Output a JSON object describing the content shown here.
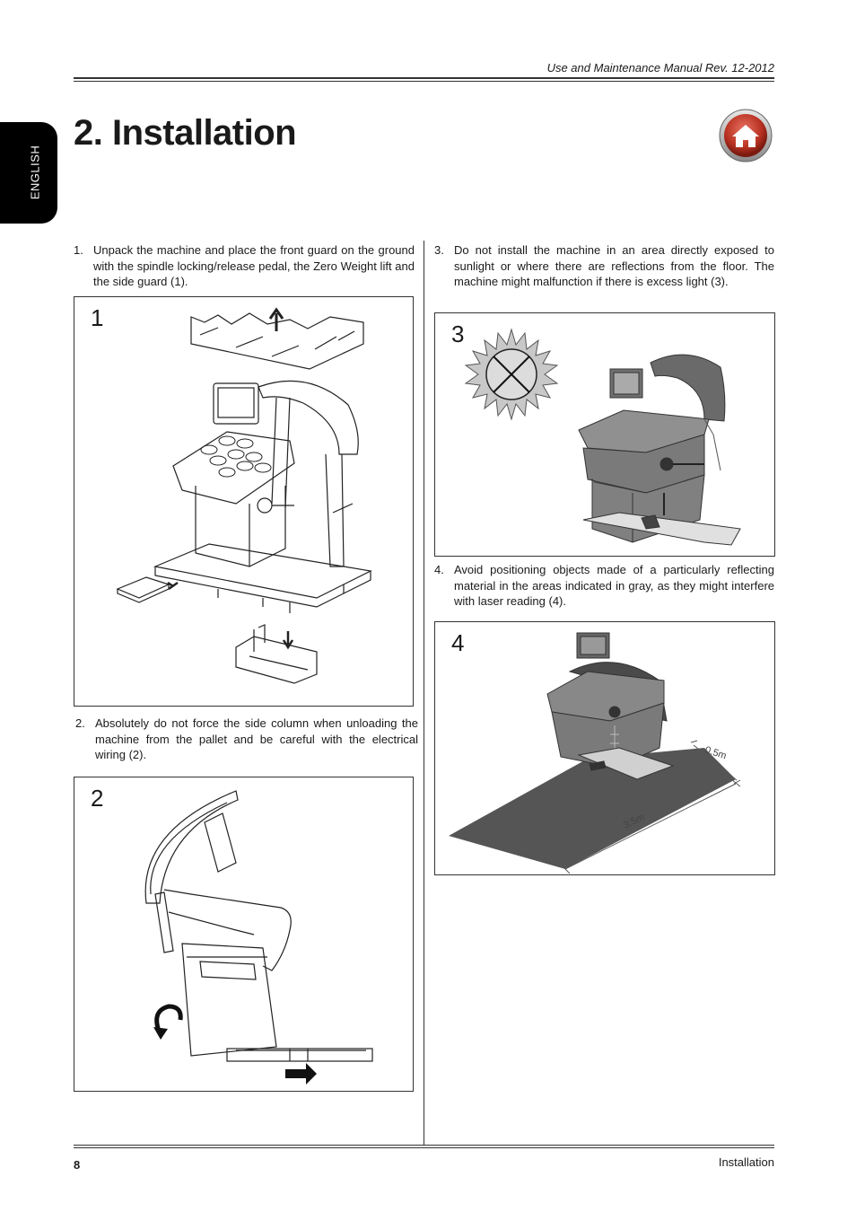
{
  "header": {
    "manual_title": "Use and Maintenance Manual Rev. 12-2012"
  },
  "sidebar": {
    "language_tab": "ENGLISH"
  },
  "page": {
    "title": "2.  Installation"
  },
  "home_icon": "home-icon",
  "steps": [
    {
      "number": "1.",
      "text": "Unpack the machine and place the front guard on the ground with the spindle locking/release pedal, the Zero Weight lift and the side guard (1)."
    },
    {
      "number": "2.",
      "text": "Absolutely do not force the side column when unloading the machine from the pallet and be careful with the electrical wiring (2)."
    },
    {
      "number": "3.",
      "text": "Do not install the machine in an area directly exposed to sunlight or where there are reflections from the floor. The machine might malfunction if there is excess light (3)."
    },
    {
      "number": "4.",
      "text": "Avoid positioning objects made of a particularly reflecting material in the areas indicated in gray, as they might interfere with laser reading (4)."
    }
  ],
  "figures": [
    {
      "label": "1"
    },
    {
      "label": "2"
    },
    {
      "label": "3"
    },
    {
      "label": "4",
      "dimension_width": "0.5m",
      "dimension_length": "3.5m"
    }
  ],
  "footer": {
    "page_number": "8",
    "section": "Installation"
  }
}
